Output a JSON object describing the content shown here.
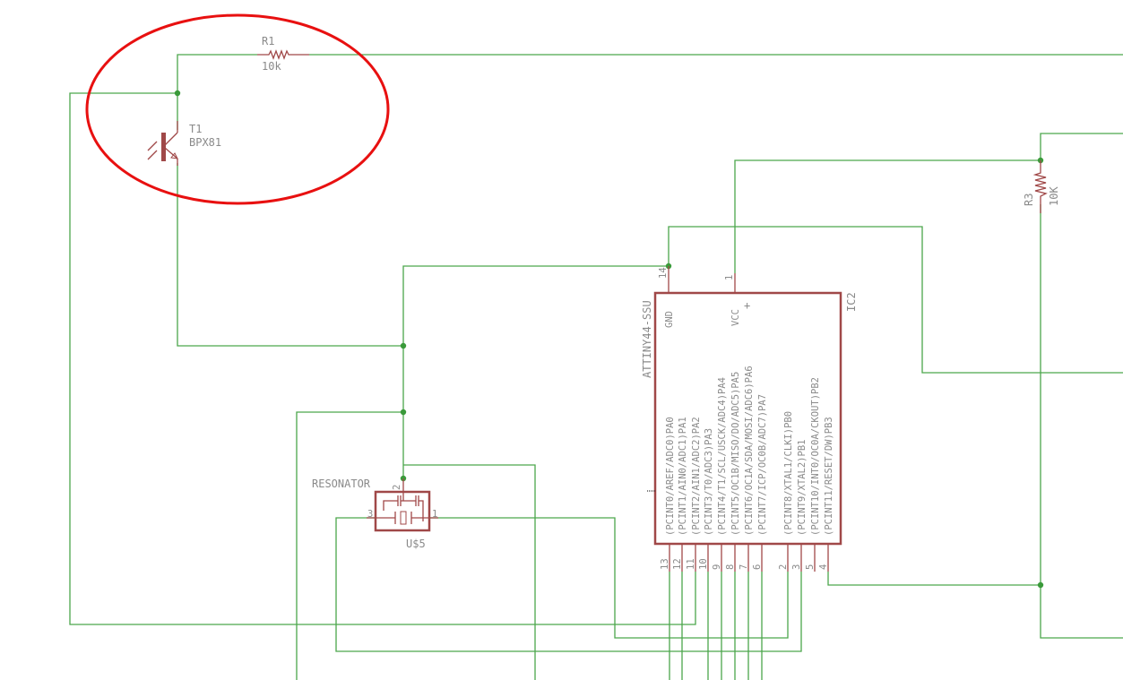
{
  "colors": {
    "wire": "#4ca64c",
    "part": "#a04848",
    "highlight": "#e81010",
    "text": "#8a8a8a"
  },
  "r1": {
    "name": "R1",
    "value": "10k"
  },
  "t1": {
    "name": "T1",
    "value": "BPX81"
  },
  "r3": {
    "name": "R3",
    "value": "10K"
  },
  "resonator": {
    "name": "RESONATOR",
    "ref": "U$5",
    "pins": [
      "2",
      "3",
      "1"
    ]
  },
  "ic2": {
    "ref": "IC2",
    "part": "ATTINY44-SSU",
    "top_pins": [
      {
        "num": "14",
        "label": "GND"
      },
      {
        "num": "1",
        "label": "VCC",
        "mark": "+"
      }
    ],
    "bottom_pins": [
      {
        "num": "13",
        "label": "(PCINT0/AREF/ADC0)PA0"
      },
      {
        "num": "12",
        "label": "(PCINT1/AIN0/ADC1)PA1"
      },
      {
        "num": "11",
        "label": "(PCINT2/AIN1/ADC2)PA2"
      },
      {
        "num": "10",
        "label": "(PCINT3/T0/ADC3)PA3"
      },
      {
        "num": "9",
        "label": "(PCINT4/T1/SCL/USCK/ADC4)PA4"
      },
      {
        "num": "8",
        "label": "(PCINT5/OC1B/MISO/DO/ADC5)PA5"
      },
      {
        "num": "7",
        "label": "(PCINT6/OC1A/SDA/MOSI/ADC6)PA6"
      },
      {
        "num": "6",
        "label": "(PCINT7/ICP/OC0B/ADC7)PA7"
      },
      {
        "num": "2",
        "label": "(PCINT8/XTAL1/CLKI)PB0"
      },
      {
        "num": "3",
        "label": "(PCINT9/XTAL2)PB1"
      },
      {
        "num": "5",
        "label": "(PCINT10/INT0/OC0A/CKOUT)PB2"
      },
      {
        "num": "4",
        "label": "(PCINT11/RESET/DW)PB3"
      }
    ]
  }
}
